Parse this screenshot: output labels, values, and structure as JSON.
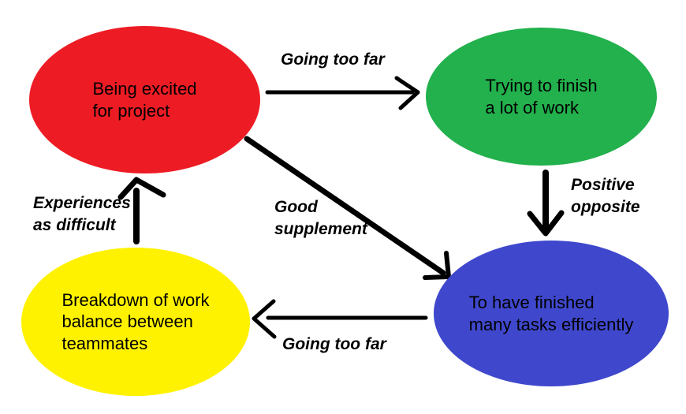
{
  "colors": {
    "background": "#ffffff",
    "text": "#000000",
    "arrow": "#000000",
    "red": "#ed1c24",
    "green": "#22b14c",
    "blue": "#3f48cc",
    "yellow": "#fff200"
  },
  "diagram": {
    "nodes": [
      {
        "id": "being-excited",
        "label": "Being excited\nfor project",
        "color": "red"
      },
      {
        "id": "trying-to-finish",
        "label": "Trying to finish\na lot of work",
        "color": "green"
      },
      {
        "id": "finished-many-tasks",
        "label": "To have finished\nmany tasks efficiently",
        "color": "blue"
      },
      {
        "id": "breakdown-work-balance",
        "label": "Breakdown of work\nbalance between\nteammates",
        "color": "yellow"
      }
    ],
    "edges": [
      {
        "from": "being-excited",
        "to": "trying-to-finish",
        "label": "Going too far"
      },
      {
        "from": "trying-to-finish",
        "to": "finished-many-tasks",
        "label": "Positive\nopposite"
      },
      {
        "from": "being-excited",
        "to": "finished-many-tasks",
        "label": "Good\nsupplement"
      },
      {
        "from": "finished-many-tasks",
        "to": "breakdown-work-balance",
        "label": "Going too far"
      },
      {
        "from": "breakdown-work-balance",
        "to": "being-excited",
        "label": "Experiences\nas difficult"
      }
    ]
  }
}
